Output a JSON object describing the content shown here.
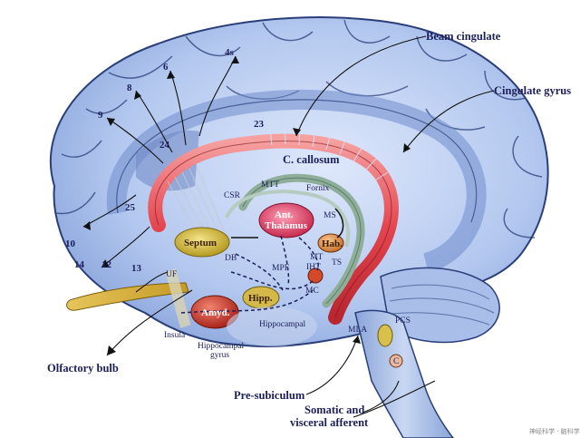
{
  "diagram": {
    "labels": {
      "beam_cingulate": "Beam cingulate",
      "cingulate_gyrus": "Cingulate gyrus",
      "c_callosum": "C. callosum",
      "fornix": "Fornix",
      "mtt": "MTT",
      "csr": "CSR",
      "ms": "MS",
      "ant_thalamus_1": "Ant.",
      "ant_thalamus_2": "Thalamus",
      "septum": "Septum",
      "hab": "Hab.",
      "mt": "MT",
      "iht": "IHT",
      "ts": "TS",
      "db": "DB",
      "mpf": "MPF",
      "mc": "MC",
      "uf": "UF",
      "hipp": "Hipp.",
      "amyd": "Amyd.",
      "insula": "Insula",
      "hippocampal": "Hippocampal",
      "hippocampal_gyrus_1": "Hippocampal",
      "hippocampal_gyrus_2": "gyrus",
      "olfactory_bulb": "Olfactory bulb",
      "pre_subiculum": "Pre-subiculum",
      "mla": "MLA",
      "pcs": "PCS",
      "somatic_1": "Somatic and",
      "somatic_2": "visceral afferent",
      "c_small": "C"
    },
    "area_numbers": {
      "n4s": "4s",
      "n6": "6",
      "n8": "8",
      "n9": "9",
      "n24": "24",
      "n23": "23",
      "n25": "25",
      "n10": "10",
      "n14": "14",
      "n12": "12",
      "n13": "13"
    },
    "watermark": "神经科学 · 脑科学",
    "colors": {
      "cortex": "#a9c1ea",
      "cortex_outline": "#2a3f7a",
      "callosum": "#e8545a",
      "fornix": "#9fbaa8",
      "thalamus": "#e04b6a",
      "septum": "#d6bf3b",
      "amygdala": "#d0392b",
      "label": "#1d1f5a"
    }
  }
}
